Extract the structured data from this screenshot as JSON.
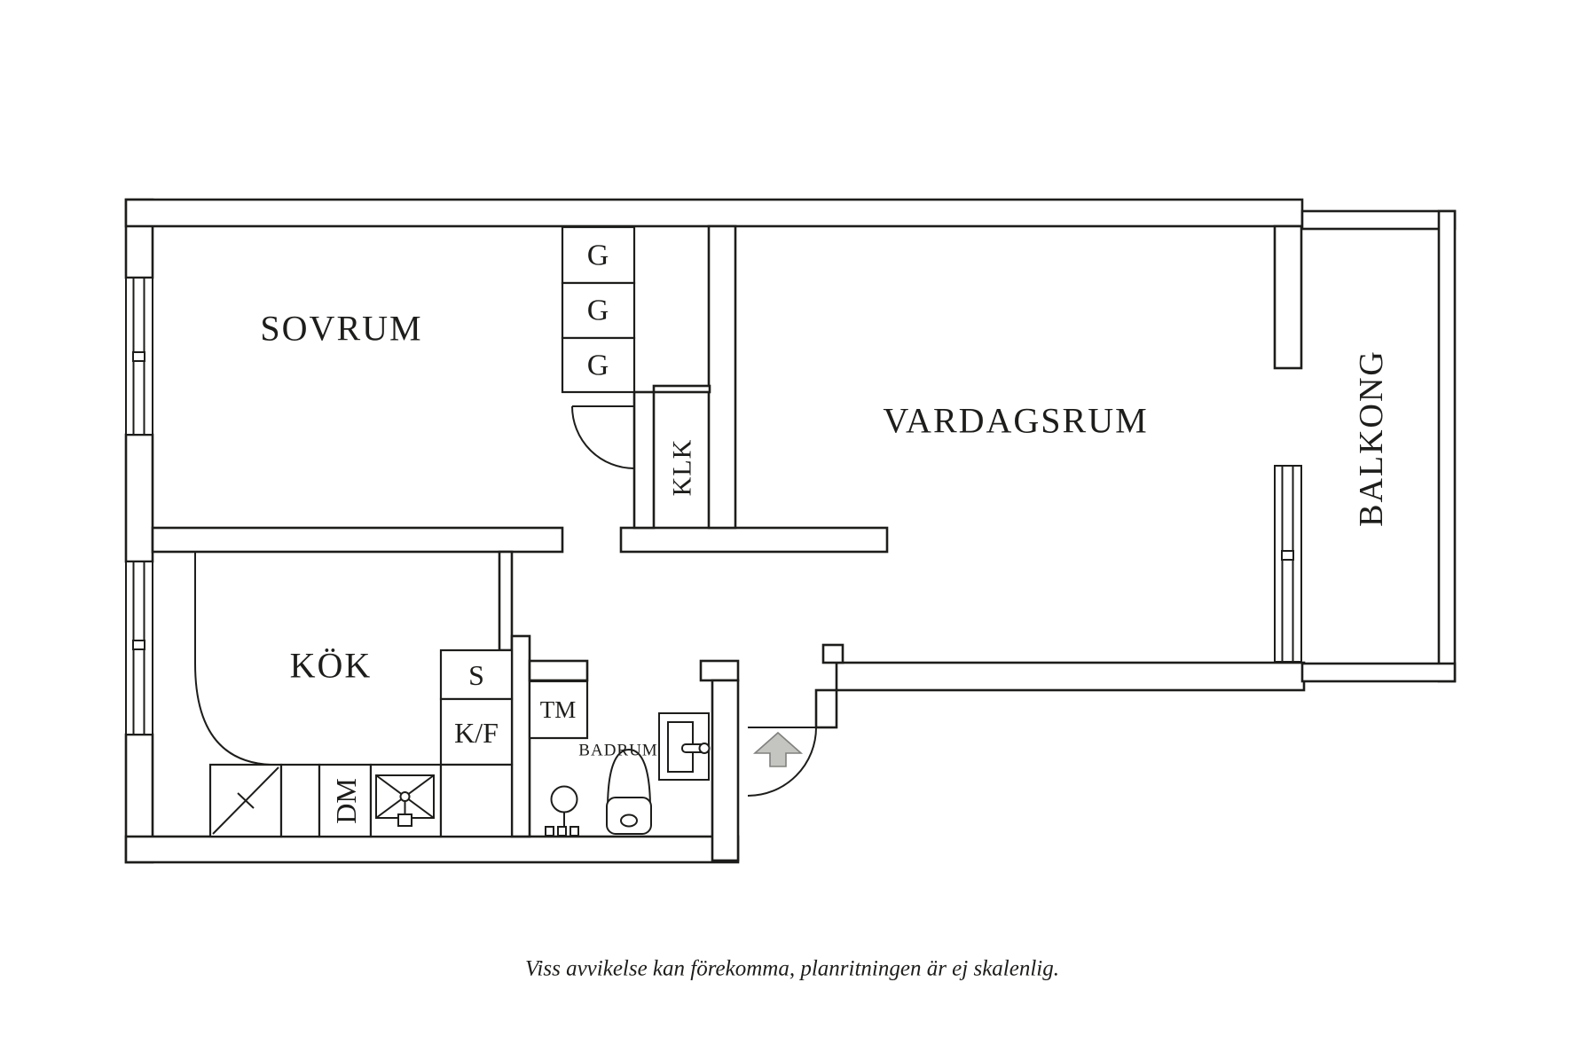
{
  "plan": {
    "rooms": {
      "bedroom": "SOVRUM",
      "living_room": "VARDAGSRUM",
      "kitchen": "KÖK",
      "walk_in_closet": "KLK",
      "bathroom": "BADRUM",
      "balcony": "BALKONG"
    },
    "fixtures": {
      "wardrobe": "G",
      "s_cabinet": "S",
      "fridge_freezer": "K/F",
      "washing_machine": "TM",
      "dishwasher": "DM"
    },
    "caption": "Viss avvikelse kan förekomma, planritningen är ej skalenlig.",
    "colors": {
      "line": "#1d1d1b",
      "background": "#ffffff",
      "arrow_fill": "#c4c4c1",
      "arrow_stroke": "#80807e"
    }
  }
}
